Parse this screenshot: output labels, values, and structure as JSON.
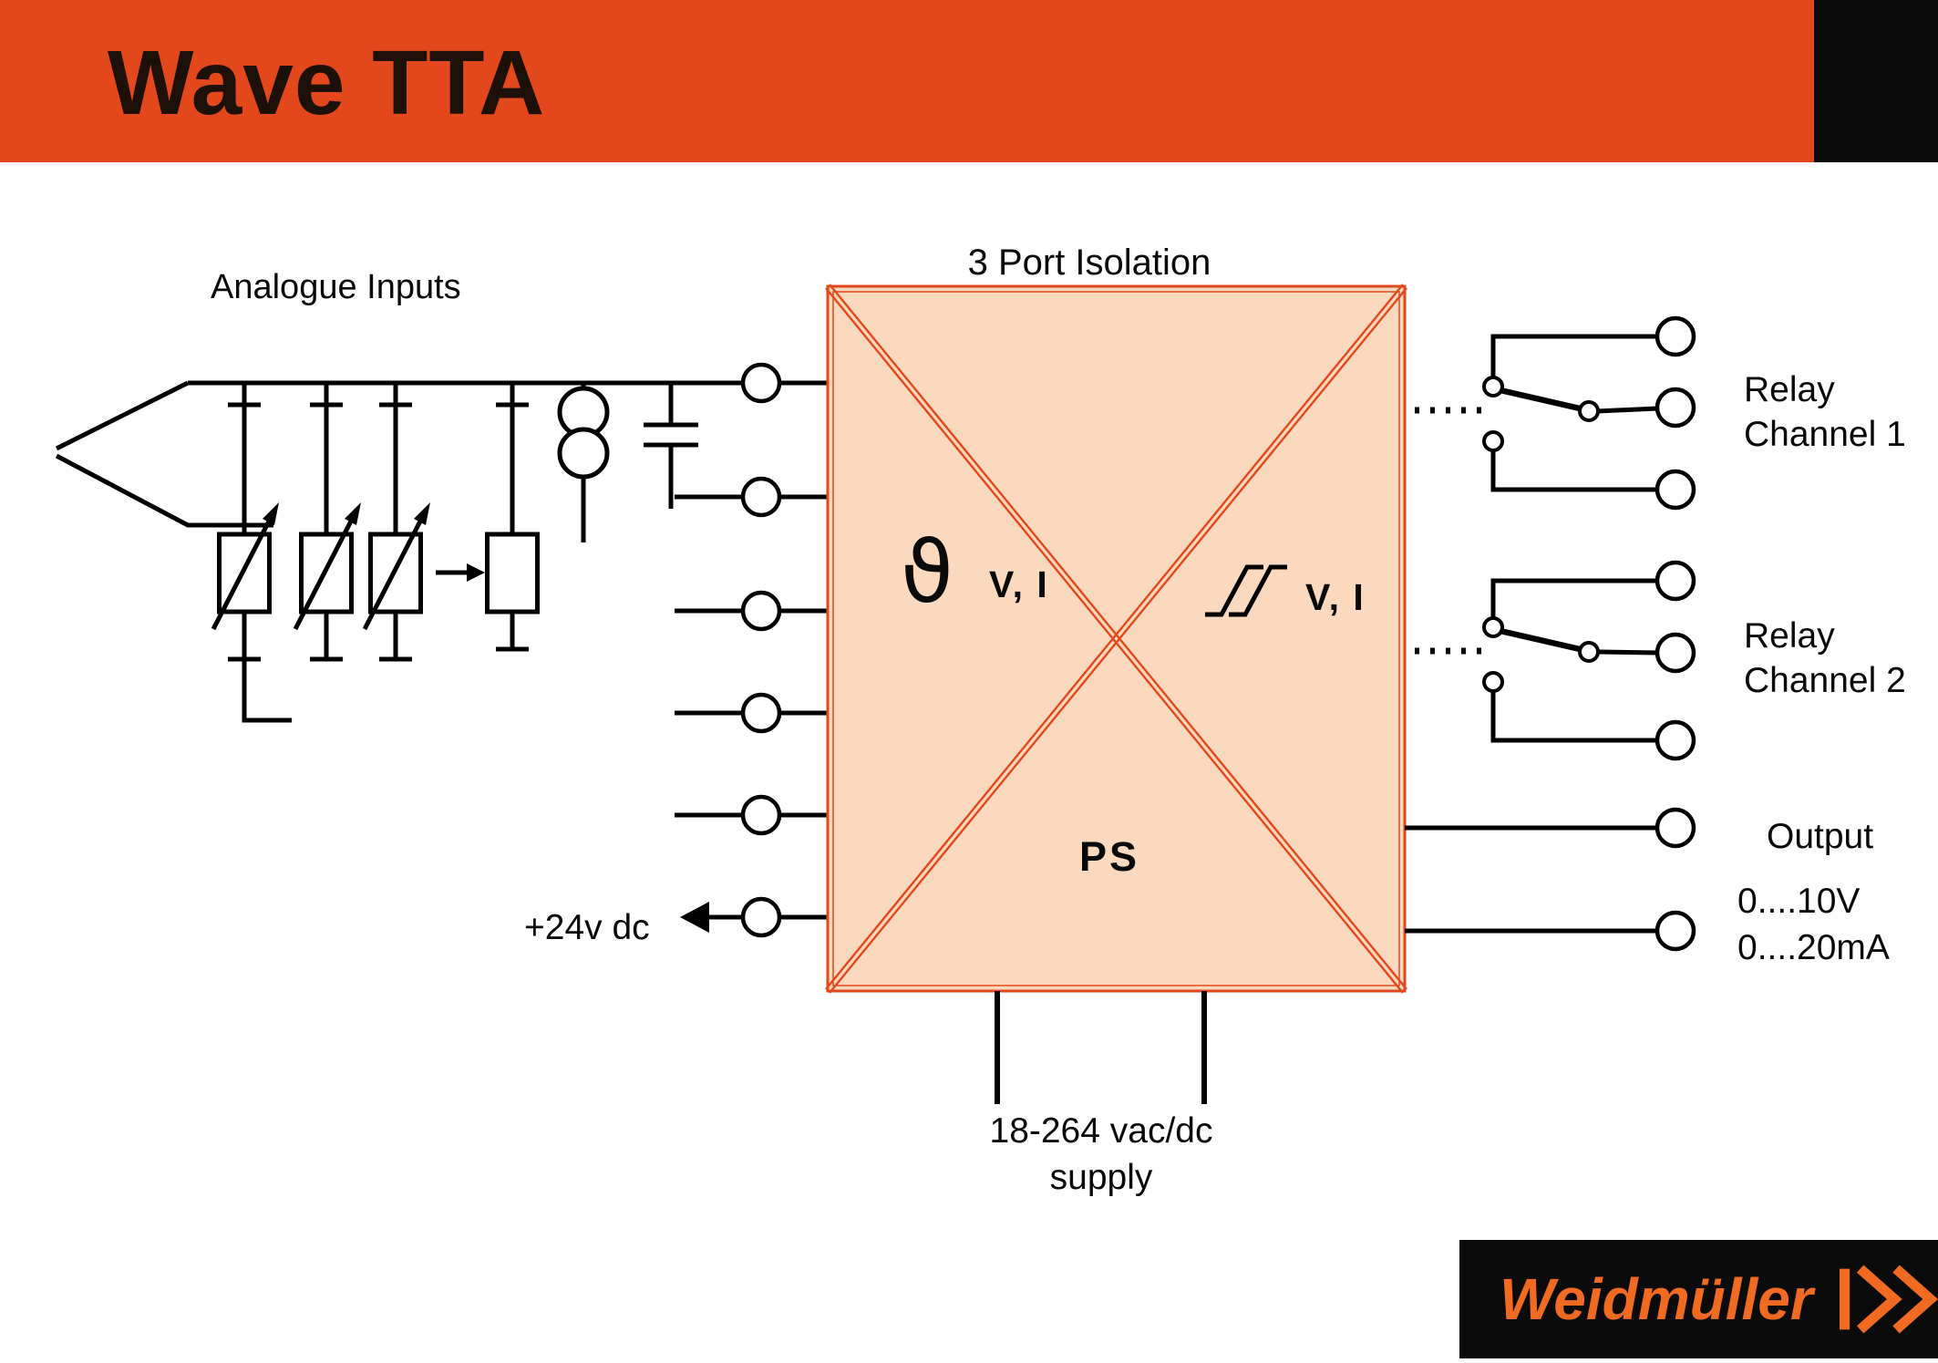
{
  "header": {
    "title": "Wave TTA"
  },
  "diagram": {
    "analogue_inputs": "Analogue Inputs",
    "isolation_title": "3 Port Isolation",
    "theta_symbol": "ϑ",
    "vi_left": "V, I",
    "vi_right": "V, I",
    "ps": "PS",
    "plus_24v": "+24v dc",
    "relay1": {
      "line1": "Relay",
      "line2": "Channel 1"
    },
    "relay2": {
      "line1": "Relay",
      "line2": "Channel 2"
    },
    "output": "Output",
    "range_v": "0....10V",
    "range_ma": "0....20mA",
    "supply": {
      "line1": "18-264 vac/dc",
      "line2": "supply"
    }
  },
  "footer": {
    "brand": "Weidmüller",
    "mark_icon": "weidmueller-chevron-mark"
  },
  "colors": {
    "header_orange": "#E2481C",
    "box_fill": "#FBD9BE",
    "box_border": "#E2481C",
    "wire_black": "#000000",
    "logo_orange": "#F06A21",
    "footer_black": "#0B0B0B"
  }
}
